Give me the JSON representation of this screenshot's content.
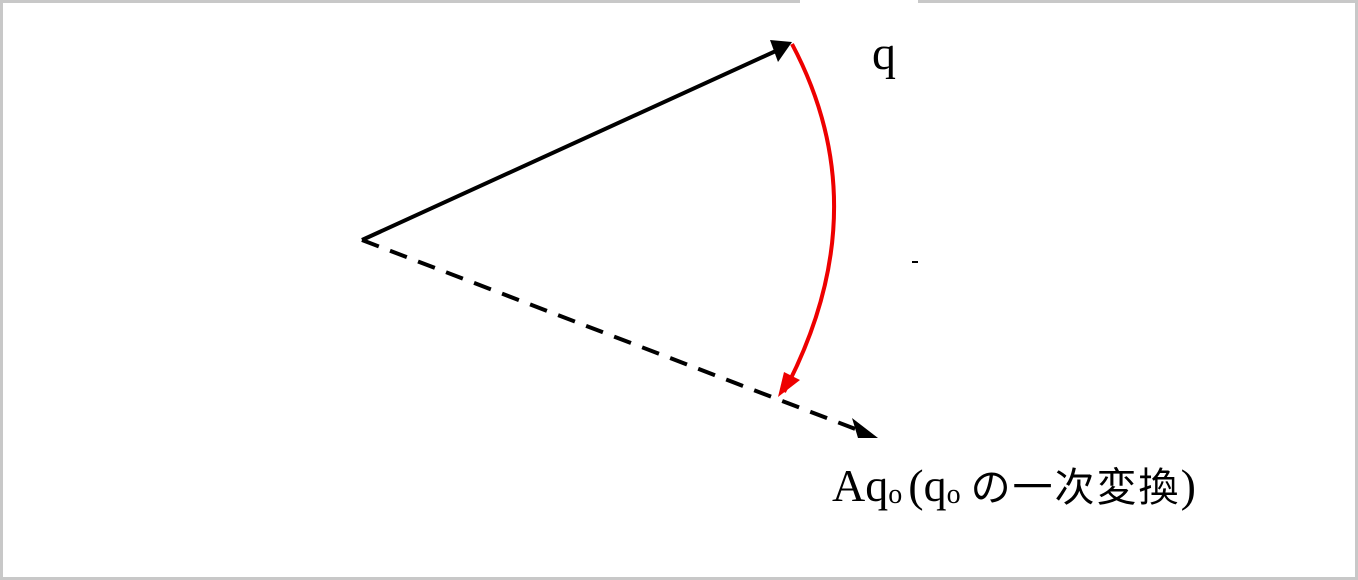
{
  "diagram": {
    "vector_q_label": "q",
    "vector_aq_label": {
      "main": "Aq",
      "main_sub": "o",
      "paren_open": "(",
      "inner": "q",
      "inner_sub": "o",
      "jp_text": "の一次変換",
      "paren_close": ")"
    },
    "colors": {
      "vector_q": "#000000",
      "vector_aq": "#000000",
      "rotation_arc": "#ee0000",
      "frame_border": "#c8c8c8",
      "background": "#ffffff"
    }
  }
}
